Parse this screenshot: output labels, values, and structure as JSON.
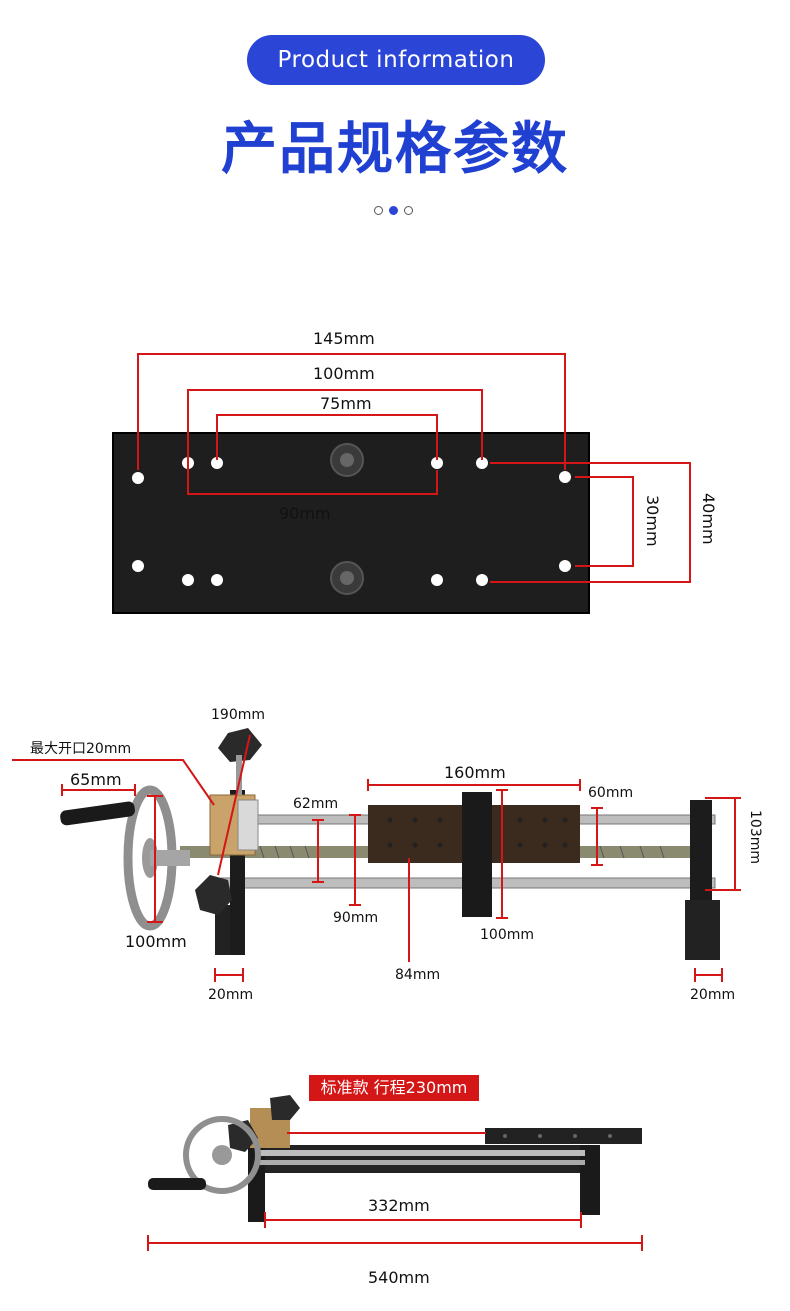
{
  "header": {
    "pill_label": "Product information",
    "title": "产品规格参数",
    "carousel": {
      "count": 3,
      "active_index": 1
    }
  },
  "plate_dims": {
    "w145": "145mm",
    "w100": "100mm",
    "w75": "75mm",
    "w90": "90mm",
    "h30": "30mm",
    "h40": "40mm"
  },
  "machine_dims": {
    "d190": "190mm",
    "max_open": "最大开口20mm",
    "d65": "65mm",
    "d160": "160mm",
    "d62": "62mm",
    "d60": "60mm",
    "d103": "103mm",
    "d100_wheel": "100mm",
    "d90": "90mm",
    "d100_slider": "100mm",
    "d84": "84mm",
    "d20_left": "20mm",
    "d20_right": "20mm"
  },
  "side_view": {
    "tag": "标准款 行程230mm",
    "d332": "332mm",
    "d540": "540mm"
  },
  "colors": {
    "accent_blue": "#2b45d6",
    "title_blue": "#2040d2",
    "dimension_red": "#d41616"
  },
  "icons": [
    "carousel-dot-icon"
  ]
}
